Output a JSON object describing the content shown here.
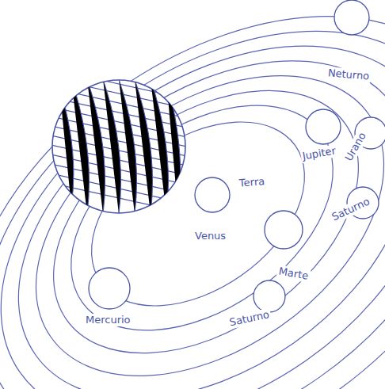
{
  "diagram": {
    "labels": [
      "Neturno",
      "Terra",
      "Jupiter",
      "Urano",
      "Venus",
      "Saturno",
      "Marte",
      "Mercurio",
      "Saturno"
    ]
  }
}
